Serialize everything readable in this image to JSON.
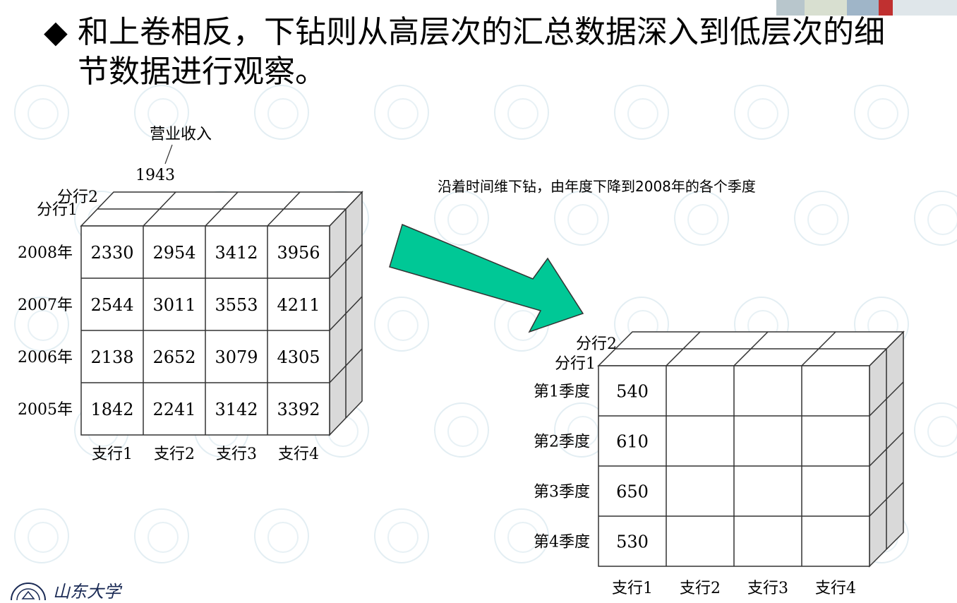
{
  "title": {
    "bullet": "◆",
    "text": "和上卷相反，下钻则从高层次的汇总数据深入到低层次的细节数据进行观察。"
  },
  "note": "沿着时间维下钻，由年度下降到2008年的各个季度",
  "cube_left": {
    "measure": "营业收入",
    "depth_labels": [
      "分行1",
      "分行2"
    ],
    "back_value": "1943",
    "rows": [
      {
        "label": "2008年",
        "values": [
          "2330",
          "2954",
          "3412",
          "3956"
        ]
      },
      {
        "label": "2007年",
        "values": [
          "2544",
          "3011",
          "3553",
          "4211"
        ]
      },
      {
        "label": "2006年",
        "values": [
          "2138",
          "2652",
          "3079",
          "4305"
        ]
      },
      {
        "label": "2005年",
        "values": [
          "1842",
          "2241",
          "3142",
          "3392"
        ]
      }
    ],
    "columns": [
      "支行1",
      "支行2",
      "支行3",
      "支行4"
    ]
  },
  "cube_right": {
    "depth_labels": [
      "分行1",
      "分行2"
    ],
    "rows": [
      {
        "label": "第1季度",
        "values": [
          "540",
          "",
          "",
          ""
        ]
      },
      {
        "label": "第2季度",
        "values": [
          "610",
          "",
          "",
          ""
        ]
      },
      {
        "label": "第3季度",
        "values": [
          "650",
          "",
          "",
          ""
        ]
      },
      {
        "label": "第4季度",
        "values": [
          "530",
          "",
          "",
          ""
        ]
      }
    ],
    "columns": [
      "支行1",
      "支行2",
      "支行3",
      "支行4"
    ]
  },
  "colors": {
    "arrow_fill": "#00c896",
    "side_face": "#d9d9d9",
    "watermark": "#e3eef3"
  },
  "logo": {
    "text": "山东大学",
    "icon": "university-seal-icon"
  }
}
